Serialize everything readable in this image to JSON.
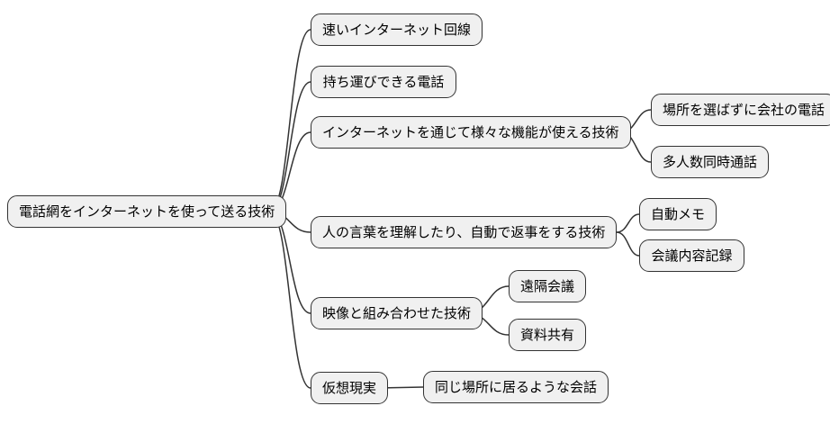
{
  "diagram": {
    "type": "mindmap",
    "background_color": "#ffffff",
    "node_fill_color": "#f0f0f0",
    "node_border_color": "#333333",
    "connector_color": "#333333",
    "text_color": "#000000",
    "root": {
      "label": "電話網をインターネットを使って送る技術",
      "children": [
        {
          "label": "速いインターネット回線",
          "children": []
        },
        {
          "label": "持ち運びできる電話",
          "children": []
        },
        {
          "label": "インターネットを通じて様々な機能が使える技術",
          "children": [
            {
              "label": "場所を選ばずに会社の電話"
            },
            {
              "label": "多人数同時通話"
            }
          ]
        },
        {
          "label": "人の言葉を理解したり、自動で返事をする技術",
          "children": [
            {
              "label": "自動メモ"
            },
            {
              "label": "会議内容記録"
            }
          ]
        },
        {
          "label": "映像と組み合わせた技術",
          "children": [
            {
              "label": "遠隔会議"
            },
            {
              "label": "資料共有"
            }
          ]
        },
        {
          "label": "仮想現実",
          "children": [
            {
              "label": "同じ場所に居るような会話"
            }
          ]
        }
      ]
    }
  }
}
